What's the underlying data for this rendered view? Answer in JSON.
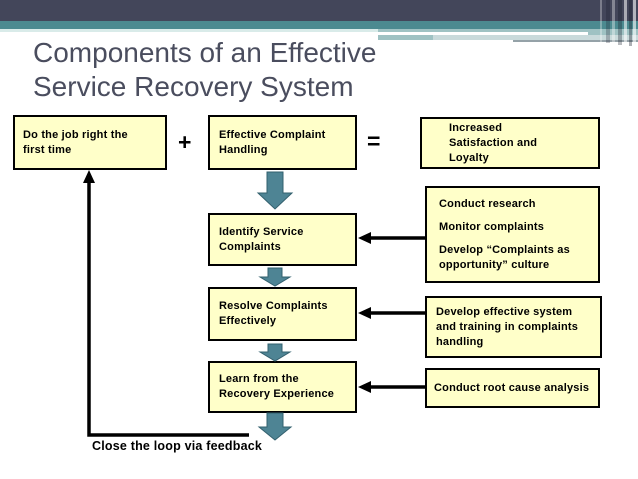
{
  "slide": {
    "title": {
      "line1": "Components of an Effective",
      "line2": "Service Recovery System"
    },
    "equation_row": {
      "do_box": "Do the job right the first time",
      "plus_sign": "+",
      "effective_box": "Effective Complaint Handling",
      "equals_sign": "=",
      "increased_box": "Increased Satisfaction and Loyalty"
    },
    "flow_boxes": {
      "identify": "Identify Service Complaints",
      "resolve": "Resolve Complaints Effectively",
      "learn": "Learn from the Recovery Experience"
    },
    "side_boxes": {
      "research": {
        "line1": "Conduct research",
        "line2": "Monitor complaints",
        "line3": "Develop “Complaints as opportunity” culture"
      },
      "develop_system": "Develop effective system and training in complaints handling",
      "root_cause": "Conduct root cause analysis"
    },
    "footer_label": "Close the loop via feedback",
    "colors": {
      "box_fill": "#FFFFC9",
      "box_border": "#000000",
      "arrow_teal": "#4E8494",
      "arrow_black": "#000000",
      "header_dark": "#43465A",
      "header_teal": "#4C8A90",
      "title_text": "#4A4D5E"
    }
  }
}
